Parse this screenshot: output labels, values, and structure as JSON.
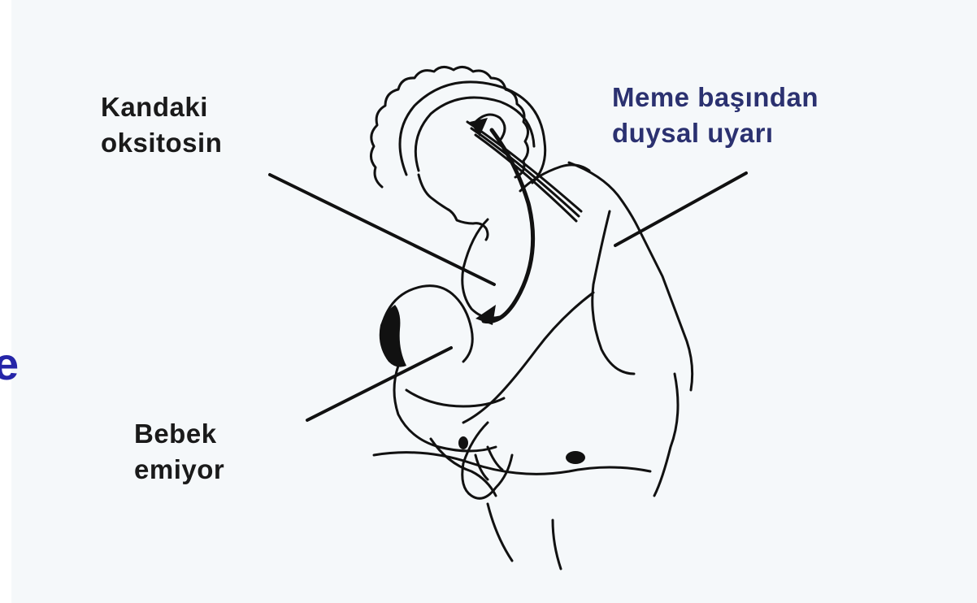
{
  "labels": {
    "oxytocin": {
      "line1": "Kandaki",
      "line2": "oksitosin"
    },
    "sensory": {
      "line1": "Meme başından",
      "line2": "duysal uyarı"
    },
    "baby": {
      "line1": "Bebek",
      "line2": "emiyor"
    }
  },
  "edge_fragment": "e",
  "colors": {
    "background": "#f5f8fa",
    "ink": "#111111",
    "label_dark": "#1a1a1a",
    "label_blue": "#2b3170",
    "fragment_blue": "#2525a8"
  }
}
